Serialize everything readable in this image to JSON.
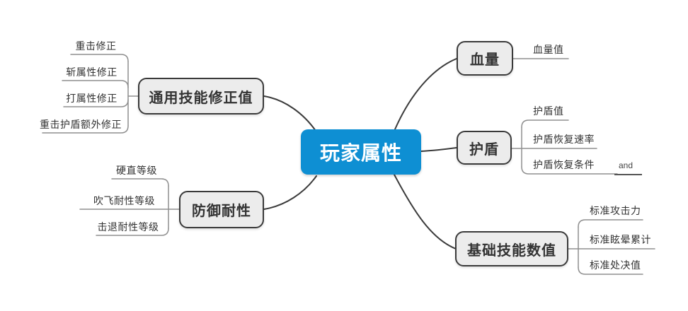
{
  "root": {
    "label": "玩家属性"
  },
  "branches": [
    {
      "label": "通用技能修正值",
      "children": [
        "重击修正",
        "斩属性修正",
        "打属性修正",
        "重击护盾额外修正"
      ]
    },
    {
      "label": "防御耐性",
      "children": [
        "硬直等级",
        "吹飞耐性等级",
        "击退耐性等级"
      ]
    },
    {
      "label": "血量",
      "children": [
        "血量值"
      ]
    },
    {
      "label": "护盾",
      "children": [
        "护盾值",
        "护盾恢复速率",
        "护盾恢复条件"
      ],
      "summary_label": "and"
    },
    {
      "label": "基础技能数值",
      "children": [
        "标准攻击力",
        "标准眩晕累计",
        "标准处决值"
      ]
    }
  ],
  "colors": {
    "root_fill": "#0E8FD3",
    "root_text": "#FFFFFF",
    "node_fill": "#ECECEC",
    "node_border": "#3A3A3A",
    "branch_line": "#3B3B3B",
    "child_line": "#8F8F8F",
    "summary_line": "#555555",
    "text": "#333333"
  }
}
